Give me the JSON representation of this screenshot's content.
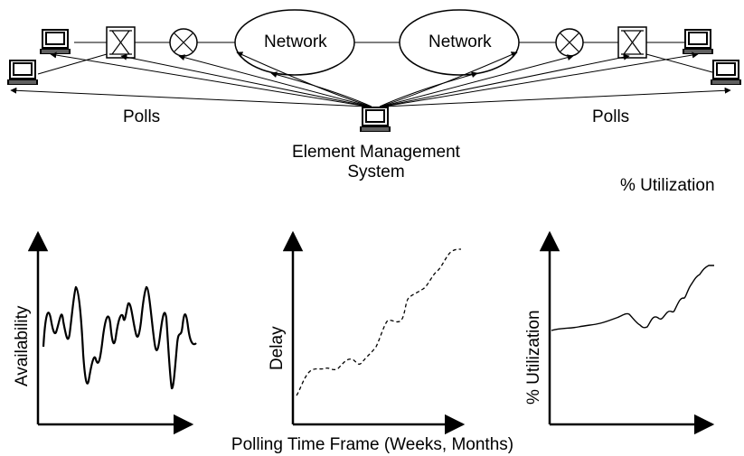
{
  "diagram": {
    "clouds": [
      {
        "label": "Network"
      },
      {
        "label": "Network"
      }
    ],
    "polls_left": "Polls",
    "polls_right": "Polls",
    "ems": {
      "line1": "Element Management",
      "line2": "System"
    },
    "utilization_note": "% Utilization"
  },
  "charts": [
    {
      "ylabel": "Availability",
      "style": "solid-thick"
    },
    {
      "ylabel": "Delay",
      "style": "dashed"
    },
    {
      "ylabel": "% Utilization",
      "style": "solid-thin"
    }
  ],
  "xlabel": "Polling Time Frame (Weeks, Months)"
}
